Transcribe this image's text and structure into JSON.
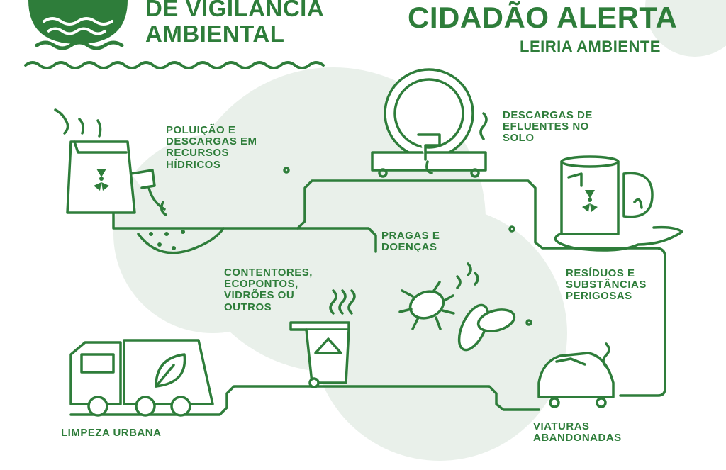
{
  "colors": {
    "primary": "#2e7d3a",
    "blob": "#e9f0ea",
    "background": "#ffffff"
  },
  "header": {
    "logo_line1": "DE VIGILANCIA",
    "logo_line2": "AMBIENTAL",
    "title": "CIDADÃO ALERTA",
    "subtitle": "LEIRIA AMBIENTE"
  },
  "categories": {
    "agua": "POLUIÇÃO E\nDESCARGAS EM\nRECURSOS\nHÍDRICOS",
    "solo": "DESCARGAS DE\nEFLUENTES NO\nSOLO",
    "pragas": "PRAGAS E\nDOENÇAS",
    "residuos": "RESÍDUOS E\nSUBSTÂNCIAS\nPERIGOSAS",
    "contentores": "CONTENTORES,\nECOPONTOS,\nVIDRÕES OU\nOUTROS",
    "limpeza": "LIMPEZA URBANA",
    "viaturas": "VIATURAS\nABANDONADAS"
  },
  "icons": [
    "logo-icon",
    "factory-icon",
    "radiation-icon",
    "tanker-icon",
    "barrel-icon",
    "bug-icon",
    "fly-icon",
    "recycle-bin-icon",
    "garbage-truck-icon",
    "leaf-icon",
    "car-icon",
    "wave-divider-icon"
  ]
}
